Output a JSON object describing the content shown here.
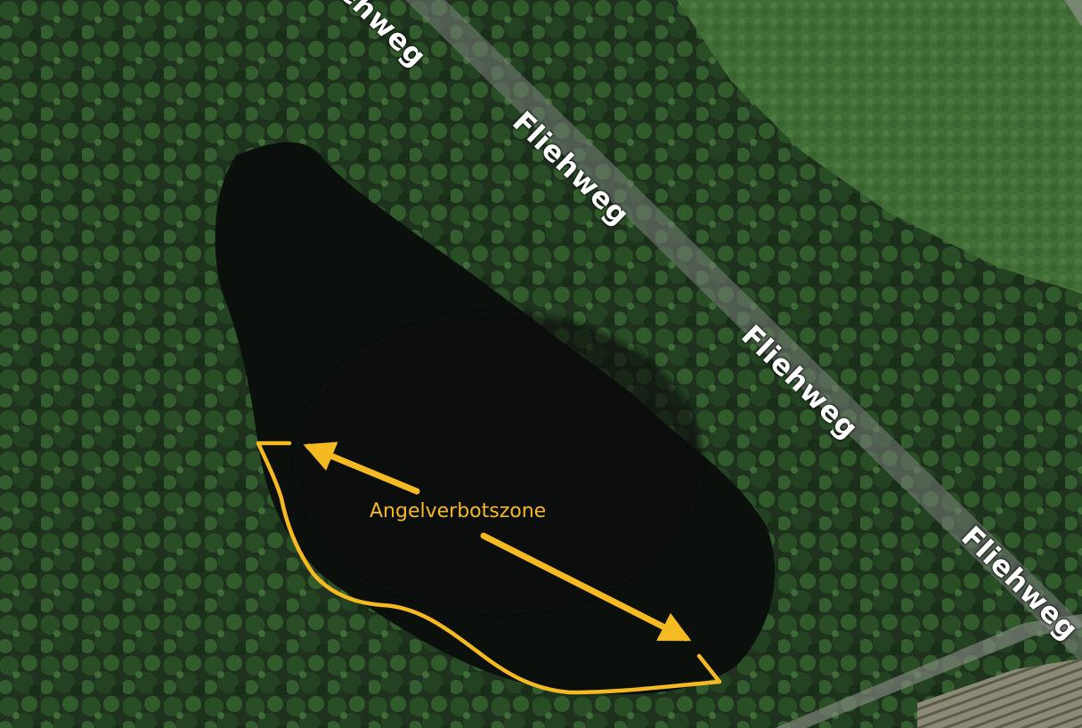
{
  "map": {
    "road_name": "Fliehweg",
    "road_labels": [
      "Fliehweg",
      "Fliehweg",
      "Fliehweg",
      "Fliehweg"
    ],
    "annotation": {
      "label": "Angelverbotszone",
      "color": "#f5b921"
    },
    "colors": {
      "forest_dark": "#1a2a19",
      "forest": "#2d4a2a",
      "field": "#3f6a34",
      "water": "#0c100d",
      "road": "#7a7f7a"
    },
    "icons": [
      "zone-outline-icon",
      "arrow-icon"
    ]
  }
}
